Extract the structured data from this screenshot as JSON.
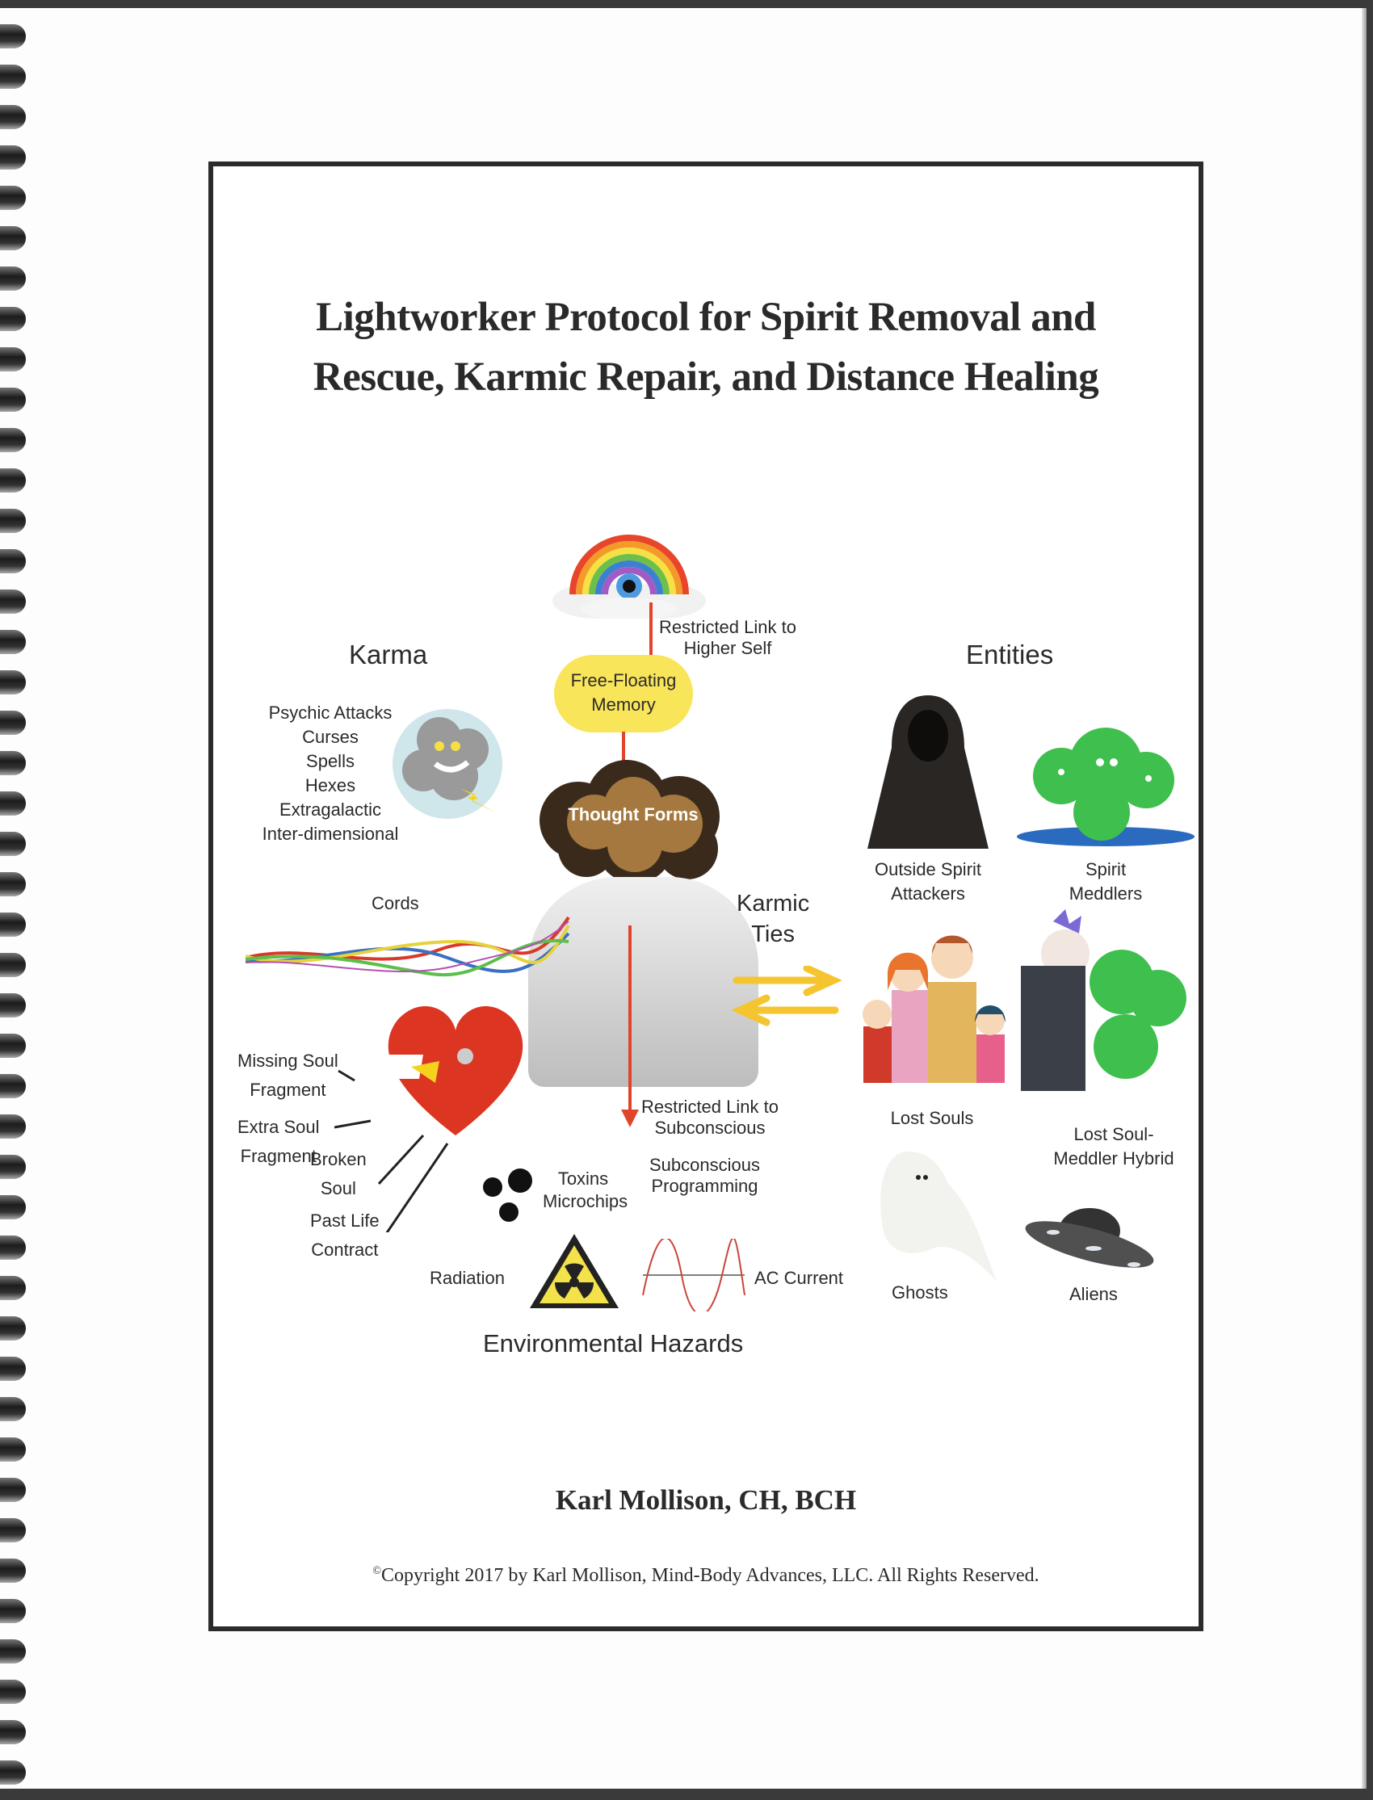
{
  "document": {
    "title_line1": "Lightworker Protocol for Spirit Removal and",
    "title_line2": "Rescue, Karmic Repair, and Distance Healing",
    "author": "Karl Mollison, CH, BCH",
    "copyright_symbol": "©",
    "copyright_text": "Copyright 2017 by Karl Mollison, Mind-Body Advances, LLC. All Rights Reserved."
  },
  "diagram": {
    "center": {
      "higher_self_link_line1": "Restricted Link to",
      "higher_self_link_line2": "Higher Self",
      "memory_line1": "Free-Floating",
      "memory_line2": "Memory",
      "thought_forms": "Thought Forms",
      "subconscious_link_line1": "Restricted Link to",
      "subconscious_link_line2": "Subconscious",
      "programming_line1": "Subconscious",
      "programming_line2": "Programming"
    },
    "karma": {
      "heading": "Karma",
      "items": [
        "Psychic Attacks",
        "Curses",
        "Spells",
        "Hexes",
        "Extragalactic",
        "Inter-dimensional"
      ],
      "cords": "Cords",
      "missing_line1": "Missing Soul",
      "missing_line2": "Fragment",
      "extra_line1": "Extra Soul",
      "extra_line2": "Fragment",
      "broken_line1": "Broken",
      "broken_line2": "Soul",
      "past_line1": "Past Life",
      "past_line2": "Contract"
    },
    "karmic_ties": {
      "line1": "Karmic",
      "line2": "Ties"
    },
    "entities": {
      "heading": "Entities",
      "outside_line1": "Outside Spirit",
      "outside_line2": "Attackers",
      "meddlers_line1": "Spirit",
      "meddlers_line2": "Meddlers",
      "lost_souls": "Lost Souls",
      "hybrid_line1": "Lost Soul-",
      "hybrid_line2": "Meddler Hybrid",
      "ghosts": "Ghosts",
      "aliens": "Aliens"
    },
    "environment": {
      "heading": "Environmental Hazards",
      "toxins": "Toxins",
      "microchips": "Microchips",
      "radiation": "Radiation",
      "ac_current": "AC Current"
    },
    "colors": {
      "link_red": "#e0452c",
      "arrow_yellow": "#f5c531",
      "cloud_yellow": "#f9e55a",
      "heart_red": "#dc3522"
    }
  }
}
